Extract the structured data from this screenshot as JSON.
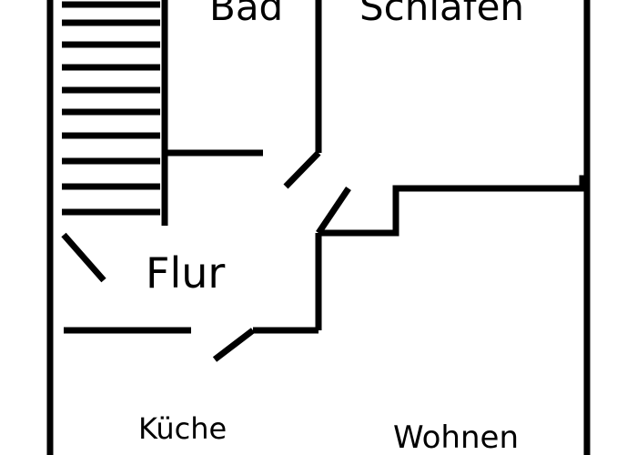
{
  "rooms": {
    "bad": "Bad",
    "schlafen": "Schlafen",
    "flur": "Flur",
    "kueche": "Küche",
    "wohnen": "Wohnen"
  },
  "colors": {
    "ink": "#000000",
    "background": "#ffffff"
  }
}
